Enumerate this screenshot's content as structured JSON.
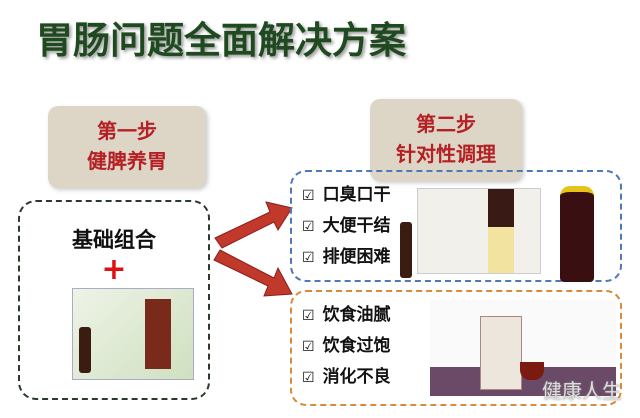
{
  "title": "胃肠问题全面解决方案",
  "step1": {
    "label": "第一步",
    "desc": "健脾养胃"
  },
  "step2": {
    "label": "第二步",
    "desc": "针对性调理"
  },
  "left": {
    "combo": "基础组合",
    "plus": "+"
  },
  "group1": {
    "items": [
      "口臭口干",
      "大便干结",
      "排便困难"
    ]
  },
  "group2": {
    "items": [
      "饮食油腻",
      "饮食过饱",
      "消化不良"
    ]
  },
  "check_symbol": "☑",
  "watermark": "健康人生",
  "colors": {
    "title": "#1f4a1f",
    "step_text": "#b52025",
    "arrow": "#c0392b"
  }
}
